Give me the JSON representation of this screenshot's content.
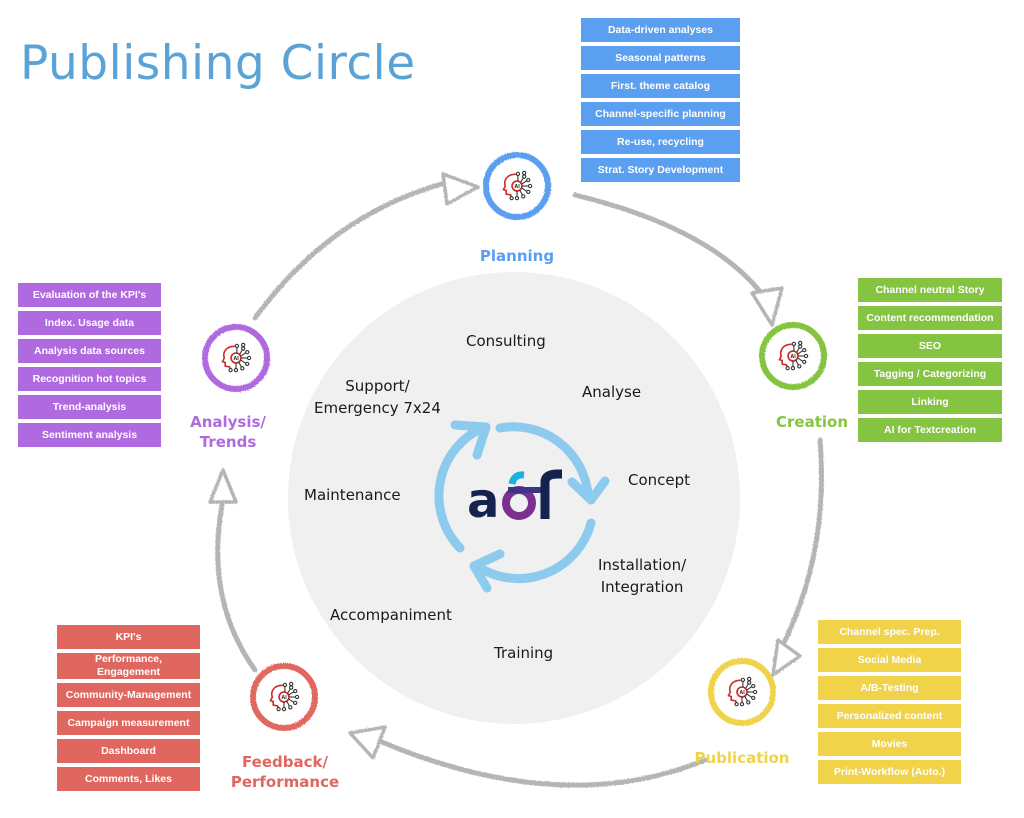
{
  "title": "Publishing Circle",
  "colors": {
    "title": "#5ba3d6",
    "planning": "#5b9ff0",
    "creation": "#84c441",
    "publication": "#f1d34a",
    "feedback": "#e0675f",
    "analysis": "#b06ae0",
    "ring": "#b5b5b5",
    "inner_circle": "#f0f0f0",
    "inner_arrows": "#8ccbee",
    "logo_dark": "#15224d",
    "logo_purple": "#7b2f8e",
    "logo_cyan": "#1ab0e0",
    "ai_icon": "#d12a2a"
  },
  "icon": "ai-head-icon",
  "logo": "a&f",
  "stages": [
    {
      "id": "planning",
      "label": "Planning",
      "items": [
        "Data-driven analyses",
        "Seasonal patterns",
        "First. theme catalog",
        "Channel-specific planning",
        "Re-use, recycling",
        "Strat. Story Development"
      ]
    },
    {
      "id": "creation",
      "label": "Creation",
      "items": [
        "Channel neutral Story",
        "Content recommendation",
        "SEO",
        "Tagging / Categorizing",
        "Linking",
        "AI for Textcreation"
      ]
    },
    {
      "id": "publication",
      "label": "Publication",
      "items": [
        "Channel spec. Prep.",
        "Social Media",
        "A/B-Testing",
        "Personalized content",
        "Movies",
        "Print-Workflow (Auto.)"
      ]
    },
    {
      "id": "feedback",
      "label_line1": "Feedback/",
      "label_line2": "Performance",
      "items": [
        "KPI's",
        "Performance, Engagement",
        "Community-Management",
        "Campaign measurement",
        "Dashboard",
        "Comments, Likes"
      ]
    },
    {
      "id": "analysis",
      "label_line1": "Analysis/",
      "label_line2": "Trends",
      "items": [
        "Evaluation of the KPI's",
        "Index. Usage data",
        "Analysis data sources",
        "Recognition hot topics",
        "Trend-analysis",
        "Sentiment analysis"
      ]
    }
  ],
  "services": {
    "consulting": "Consulting",
    "analyse": "Analyse",
    "concept": "Concept",
    "installation_line1": "Installation/",
    "installation_line2": "Integration",
    "training": "Training",
    "accompaniment": "Accompaniment",
    "maintenance": "Maintenance",
    "support_line1": "Support/",
    "support_line2": "Emergency 7x24"
  }
}
